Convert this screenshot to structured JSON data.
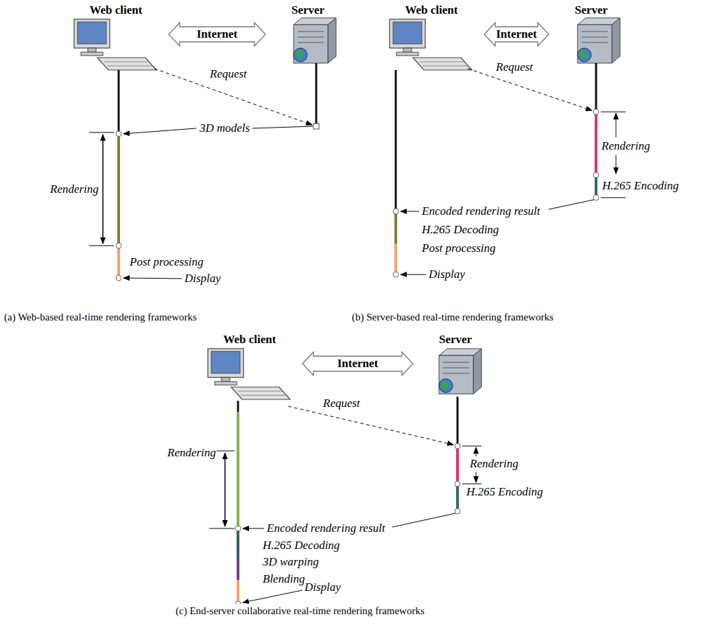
{
  "diagram": {
    "nodes": [
      {
        "text": [
          "Web client"
        ]
      },
      {
        "text": [
          "Server"
        ]
      },
      {
        "text": [
          "Web client"
        ]
      },
      {
        "text": [
          "Server"
        ]
      },
      {
        "text": [
          "Web client"
        ]
      },
      {
        "text": [
          "Server"
        ]
      }
    ],
    "edges": [
      {
        "from": 0,
        "to": 1,
        "label": "Internet",
        "arrow": "both"
      },
      {
        "from": 2,
        "to": 3,
        "label": "Internet",
        "arrow": "both"
      },
      {
        "from": 4,
        "to": 5,
        "label": "Internet",
        "arrow": "both"
      }
    ],
    "labels": [
      "Request",
      "3D models",
      "Rendering",
      "Post processing",
      "Display",
      "(a) Web-based real-time rendering frameworks",
      "Request",
      "Rendering",
      "H.265 Encoding",
      "Encoded rendering result",
      "H.265 Decoding",
      "Post processing",
      "Display",
      "(b) Server-based real-time rendering frameworks",
      "Request",
      "Rendering",
      "Rendering",
      "H.265 Encoding",
      "Encoded rendering result",
      "H.265 Decoding",
      "3D warping",
      "Blending",
      "Display",
      "(c) End-server collaborative real-time rendering frameworks"
    ]
  }
}
